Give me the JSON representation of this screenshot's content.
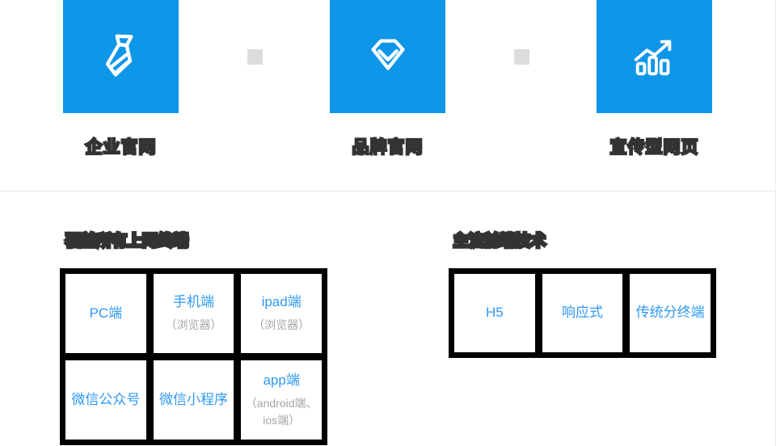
{
  "theme": {
    "tile_blue": "#0E96E8",
    "cell_text_blue": "#2F98F3",
    "cell_sub_gray": "#A6A6A6",
    "heading_dark": "#333333",
    "grid_border_black": "#000000",
    "divider_gray": "#E7E7E7",
    "spacer_square_gray": "#DCDCDC"
  },
  "features": [
    {
      "label": "企业官网",
      "icon": "tie-icon"
    },
    {
      "label": "品牌官网",
      "icon": "diamond-icon"
    },
    {
      "label": "宣传型网页",
      "icon": "chart-up-icon"
    }
  ],
  "terminals": {
    "heading": "覆盖所有上网终端",
    "cells": [
      {
        "title": "PC端",
        "sub": ""
      },
      {
        "title": "手机端",
        "sub": "（浏览器）"
      },
      {
        "title": "ipad端",
        "sub": "（浏览器）"
      },
      {
        "title": "微信公众号",
        "sub": ""
      },
      {
        "title": "微信小程序",
        "sub": ""
      },
      {
        "title": "app端",
        "sub": "（android端、ios端）"
      }
    ]
  },
  "tech": {
    "heading": "主流前端技术",
    "cells": [
      {
        "title": "H5"
      },
      {
        "title": "响应式"
      },
      {
        "title": "传统分终端"
      }
    ]
  }
}
